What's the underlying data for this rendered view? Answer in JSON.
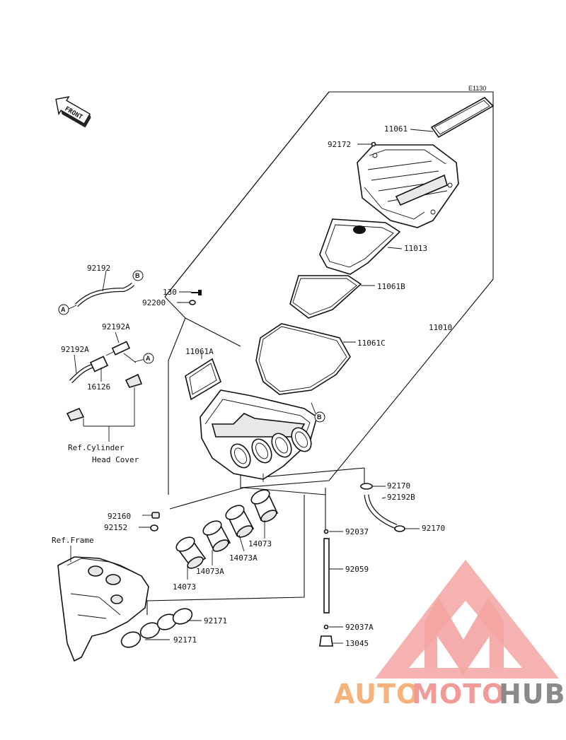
{
  "figure_code": "E1130",
  "front_indicator": "FRONT",
  "callout_markers": {
    "a": "A",
    "b": "B"
  },
  "part_labels": {
    "p11061": "11061",
    "p92172": "92172",
    "p11013": "11013",
    "p11061B": "11061B",
    "p11010": "11010",
    "p11061C": "11061C",
    "p92192": "92192",
    "p130": "130",
    "p92200": "92200",
    "p92192A": "92192A",
    "p16126": "16126",
    "p11061A": "11061A",
    "ref_cylinder_line1": "Ref.Cylinder",
    "ref_cylinder_line2": "Head Cover",
    "p92170_top": "92170",
    "p92192B": "92192B",
    "p92170_bottom": "92170",
    "p92160": "92160",
    "p92152": "92152",
    "ref_frame": "Ref.Frame",
    "p92037": "92037",
    "p14073_a": "14073",
    "p14073A_a": "14073A",
    "p14073A_b": "14073A",
    "p14073_b": "14073",
    "p92059": "92059",
    "p92171_a": "92171",
    "p92171_b": "92171",
    "p92037A": "92037A",
    "p13045": "13045"
  },
  "watermark": {
    "part1": "AUTO",
    "part2": "MOTO",
    "part3": "HUB",
    "color_orange": "#f6b27a",
    "color_pink": "#f29a98",
    "color_gray": "#8a8a8a"
  }
}
